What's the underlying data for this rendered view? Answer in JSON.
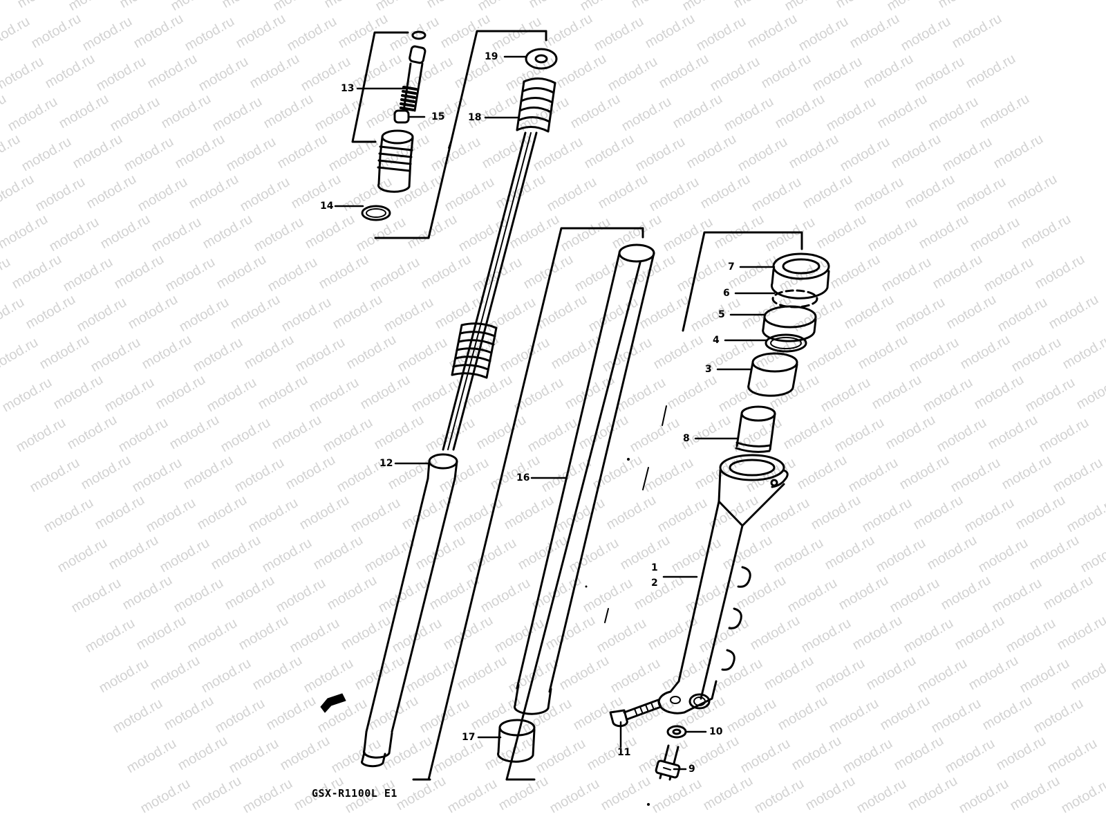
{
  "watermark": "motod.ru",
  "model_code": "GSX-R1100L E1",
  "colors": {
    "line": "#000000",
    "watermark": "#d2d2d2",
    "background": "#ffffff"
  },
  "callouts": {
    "c1": "1",
    "c2": "2",
    "c3": "3",
    "c4": "4",
    "c5": "5",
    "c6": "6",
    "c7": "7",
    "c8": "8",
    "c9": "9",
    "c10": "10",
    "c11": "11",
    "c12": "12",
    "c13": "13",
    "c14": "14",
    "c15": "15",
    "c16": "16",
    "c17": "17",
    "c18": "18",
    "c19": "19"
  }
}
